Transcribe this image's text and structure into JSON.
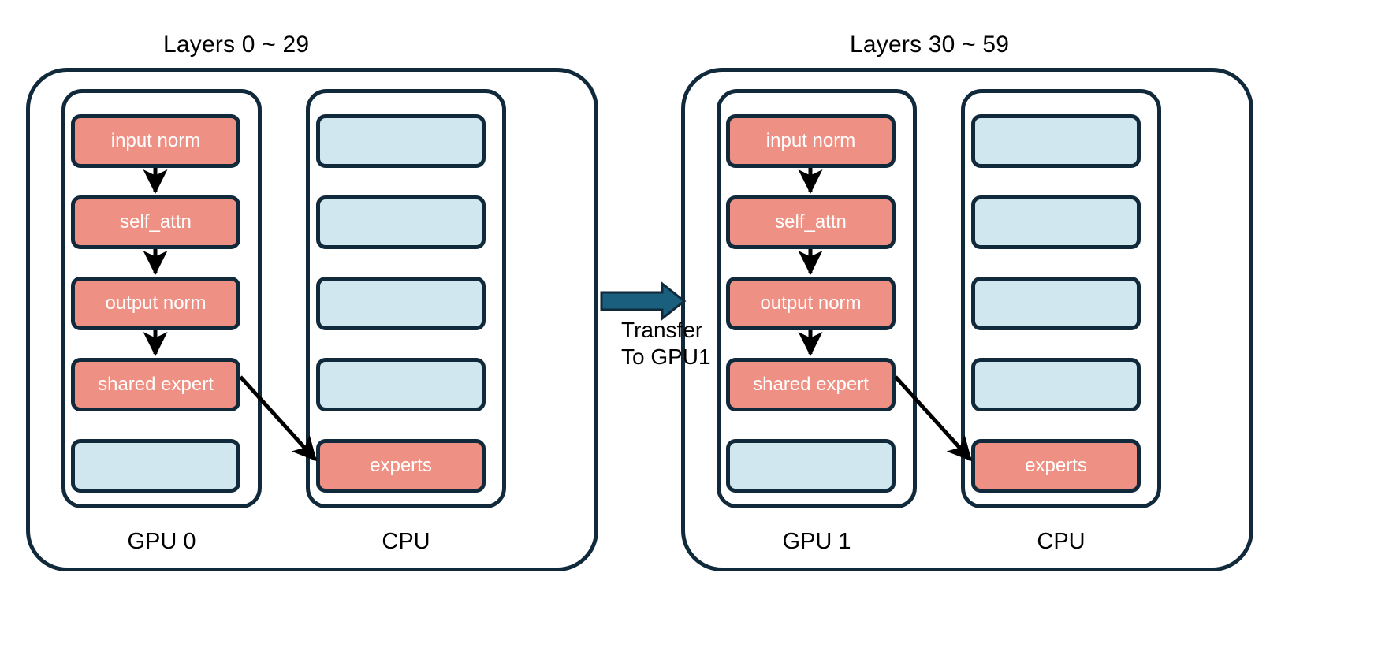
{
  "diagram": {
    "background": "#ffffff",
    "colors": {
      "stroke": "#102A3C",
      "gpu_block": "#EE9184",
      "cpu_block": "#D1E7EF",
      "transfer_arrow": "#1B5F7E",
      "flow_arrow": "#000000",
      "block_text": "#ffffff",
      "label_text": "#000000"
    },
    "groups": [
      {
        "id": "group-left",
        "title": "Layers 0 ~ 29",
        "columns": [
          {
            "id": "gpu0",
            "label": "GPU 0",
            "blocks": [
              {
                "label": "input norm",
                "kind": "active"
              },
              {
                "label": "self_attn",
                "kind": "active"
              },
              {
                "label": "output norm",
                "kind": "active"
              },
              {
                "label": "shared expert",
                "kind": "active"
              },
              {
                "label": "",
                "kind": "inactive"
              }
            ]
          },
          {
            "id": "cpu0",
            "label": "CPU",
            "blocks": [
              {
                "label": "",
                "kind": "inactive"
              },
              {
                "label": "",
                "kind": "inactive"
              },
              {
                "label": "",
                "kind": "inactive"
              },
              {
                "label": "",
                "kind": "inactive"
              },
              {
                "label": "experts",
                "kind": "active"
              }
            ]
          }
        ]
      },
      {
        "id": "group-right",
        "title": "Layers 30 ~ 59",
        "columns": [
          {
            "id": "gpu1",
            "label": "GPU 1",
            "blocks": [
              {
                "label": "input norm",
                "kind": "active"
              },
              {
                "label": "self_attn",
                "kind": "active"
              },
              {
                "label": "output norm",
                "kind": "active"
              },
              {
                "label": "shared expert",
                "kind": "active"
              },
              {
                "label": "",
                "kind": "inactive"
              }
            ]
          },
          {
            "id": "cpu1",
            "label": "CPU",
            "blocks": [
              {
                "label": "",
                "kind": "inactive"
              },
              {
                "label": "",
                "kind": "inactive"
              },
              {
                "label": "",
                "kind": "inactive"
              },
              {
                "label": "",
                "kind": "inactive"
              },
              {
                "label": "experts",
                "kind": "active"
              }
            ]
          }
        ]
      }
    ],
    "transfer": {
      "line1": "Transfer",
      "line2": "To GPU1"
    }
  }
}
